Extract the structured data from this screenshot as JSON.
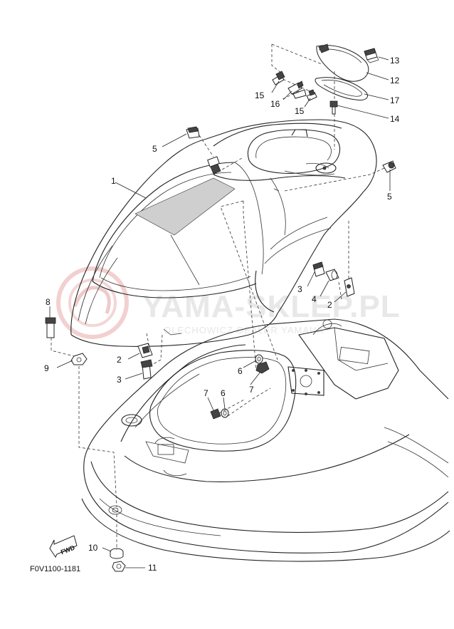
{
  "diagram": {
    "drawing_code": "F0V1100-1181",
    "fwd_label": "FWD",
    "watermark": {
      "brand": "YAMA-SKLEP.PL",
      "subtitle": "OLECHOWICZ DEALER YAMAHA"
    },
    "callouts": [
      {
        "id": "c13",
        "text": "13"
      },
      {
        "id": "c12",
        "text": "12"
      },
      {
        "id": "c17",
        "text": "17"
      },
      {
        "id": "c14",
        "text": "14"
      },
      {
        "id": "c15a",
        "text": "15"
      },
      {
        "id": "c16",
        "text": "16"
      },
      {
        "id": "c15b",
        "text": "15"
      },
      {
        "id": "c5a",
        "text": "5"
      },
      {
        "id": "c5b",
        "text": "5"
      },
      {
        "id": "c1",
        "text": "1"
      },
      {
        "id": "c3a",
        "text": "3"
      },
      {
        "id": "c4",
        "text": "4"
      },
      {
        "id": "c2a",
        "text": "2"
      },
      {
        "id": "c8",
        "text": "8"
      },
      {
        "id": "c2b",
        "text": "2"
      },
      {
        "id": "c9",
        "text": "9"
      },
      {
        "id": "c3b",
        "text": "3"
      },
      {
        "id": "c6a",
        "text": "6"
      },
      {
        "id": "c7a",
        "text": "7"
      },
      {
        "id": "c7b",
        "text": "7"
      },
      {
        "id": "c6b",
        "text": "6"
      },
      {
        "id": "c10",
        "text": "10"
      },
      {
        "id": "c11",
        "text": "11"
      }
    ]
  }
}
